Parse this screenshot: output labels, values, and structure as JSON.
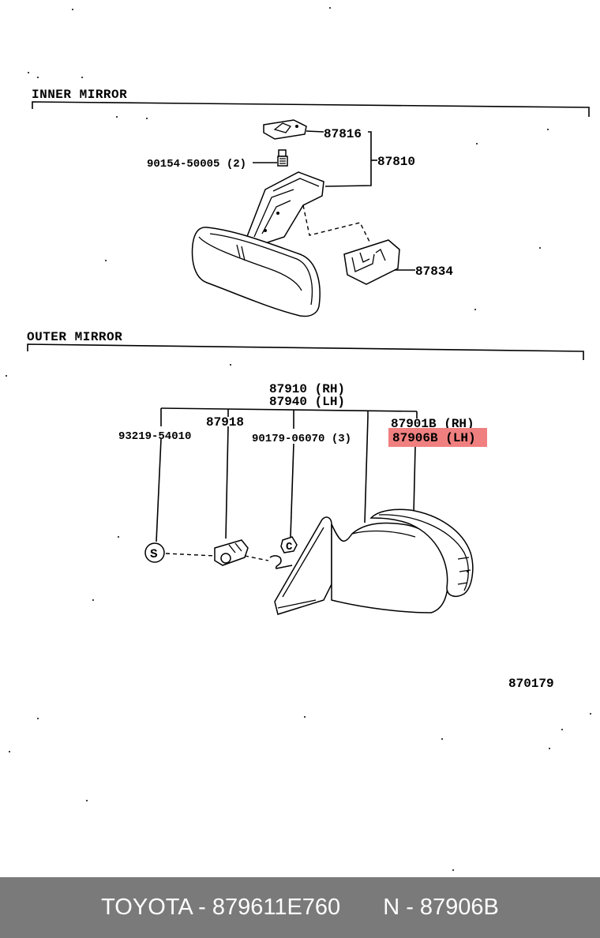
{
  "sections": {
    "inner": "INNER MIRROR",
    "outer": "OUTER MIRROR"
  },
  "inner_parts": {
    "p87816": "87816",
    "p87810": "87810",
    "p90154": "90154-50005 (2)",
    "p87834": "87834"
  },
  "outer_parts": {
    "p87910": "87910 (RH)",
    "p87940": "87940 (LH)",
    "p87918": "87918",
    "p93219": "93219-54010",
    "p90179": "90179-06070 (3)",
    "p87901": "87901B (RH)",
    "p87906": "87906B (LH)",
    "symbol_s": "S",
    "symbol_c": "C"
  },
  "diagram_code": "870179",
  "highlight_color": "#f08080",
  "footer": {
    "left": "TOYOTA - 879611E760",
    "right": "N - 87906B"
  }
}
